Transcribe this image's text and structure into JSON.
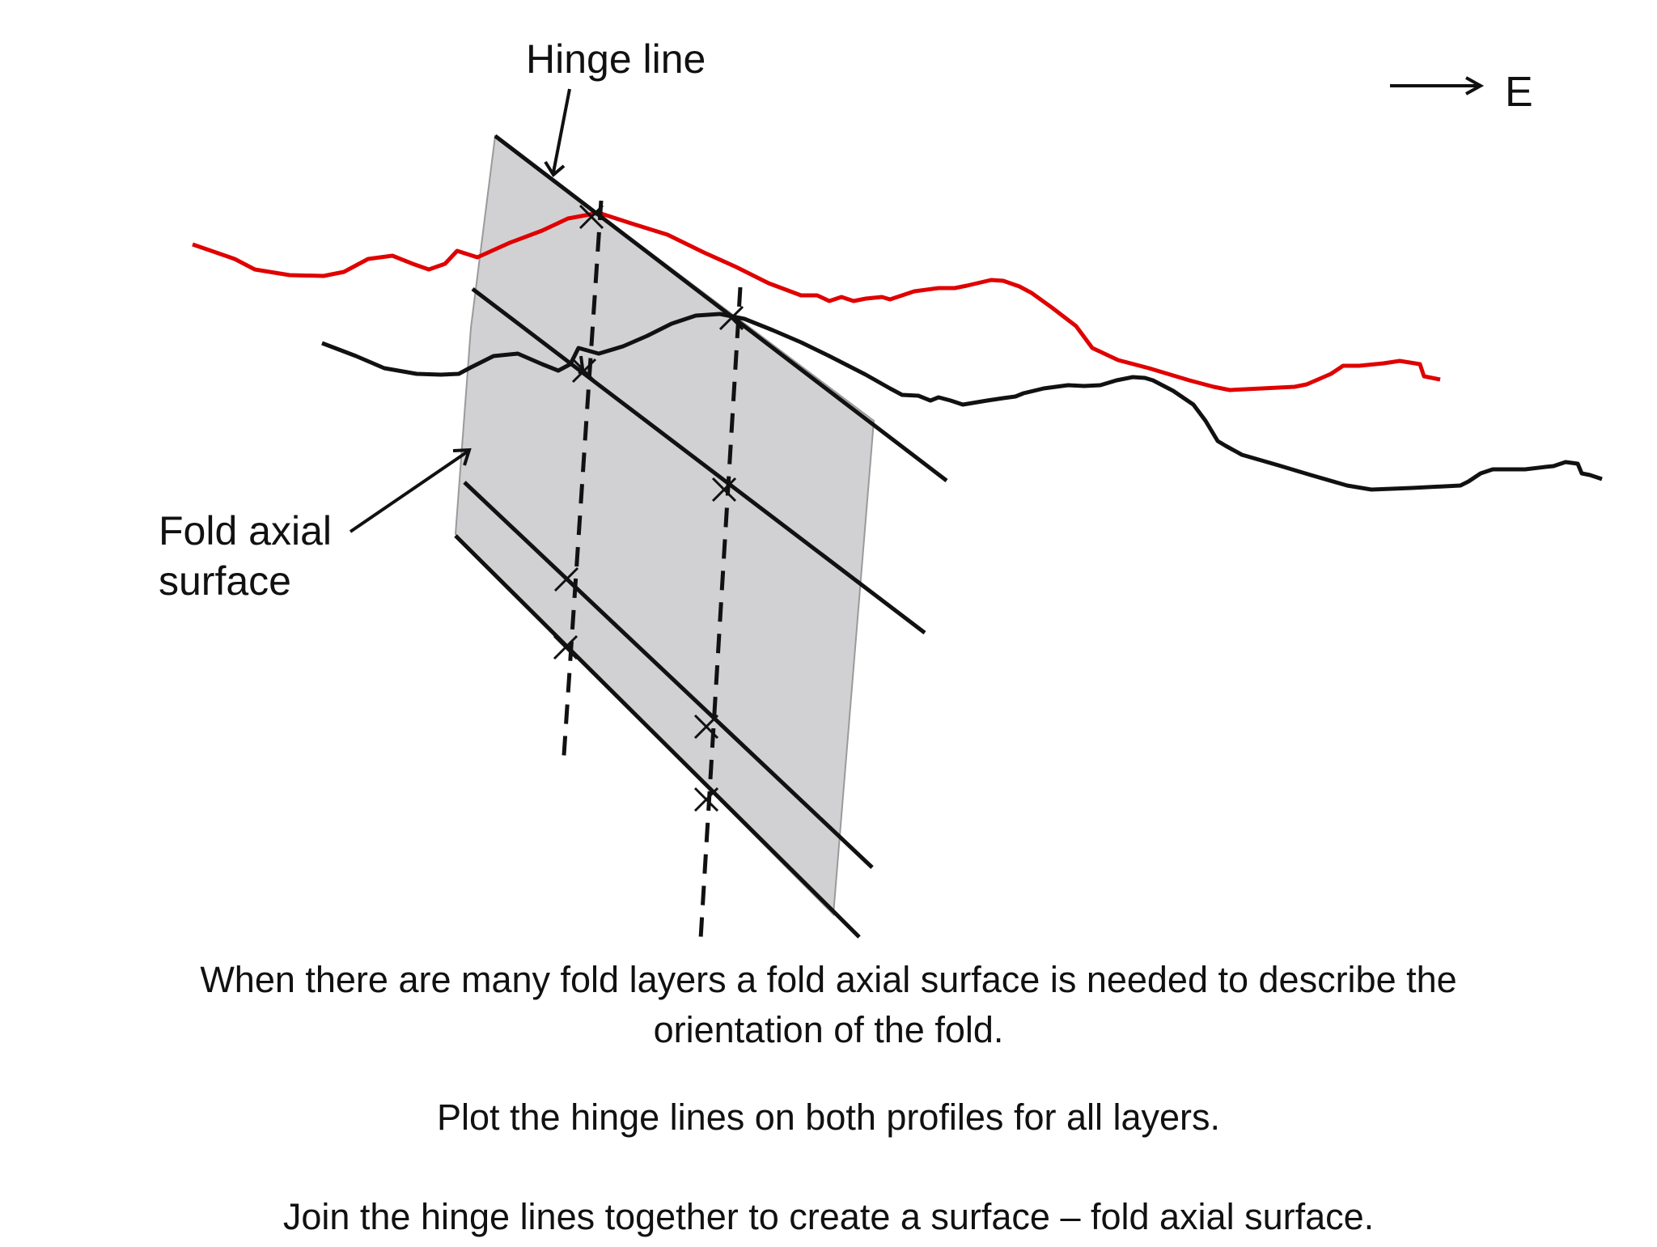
{
  "labels": {
    "hinge_line": "Hinge line",
    "direction": "E",
    "fold_axial_line1": "Fold axial",
    "fold_axial_line2": "surface"
  },
  "captions": {
    "line1a": "When there are many fold layers a fold axial surface is needed to describe the",
    "line1b": "orientation of the fold.",
    "line2": "Plot the hinge lines on both profiles for all layers.",
    "line3": "Join the hinge lines together to create a surface – fold axial surface."
  },
  "colors": {
    "surface_fill": "#d1d1d4",
    "surface_edge": "#9a9a9a",
    "front_profile": "#e00000",
    "back_profile": "#111111",
    "ink": "#111111"
  },
  "icons": {
    "direction_arrow": "east-arrow-icon",
    "intersection_marker": "x-marker-icon"
  }
}
